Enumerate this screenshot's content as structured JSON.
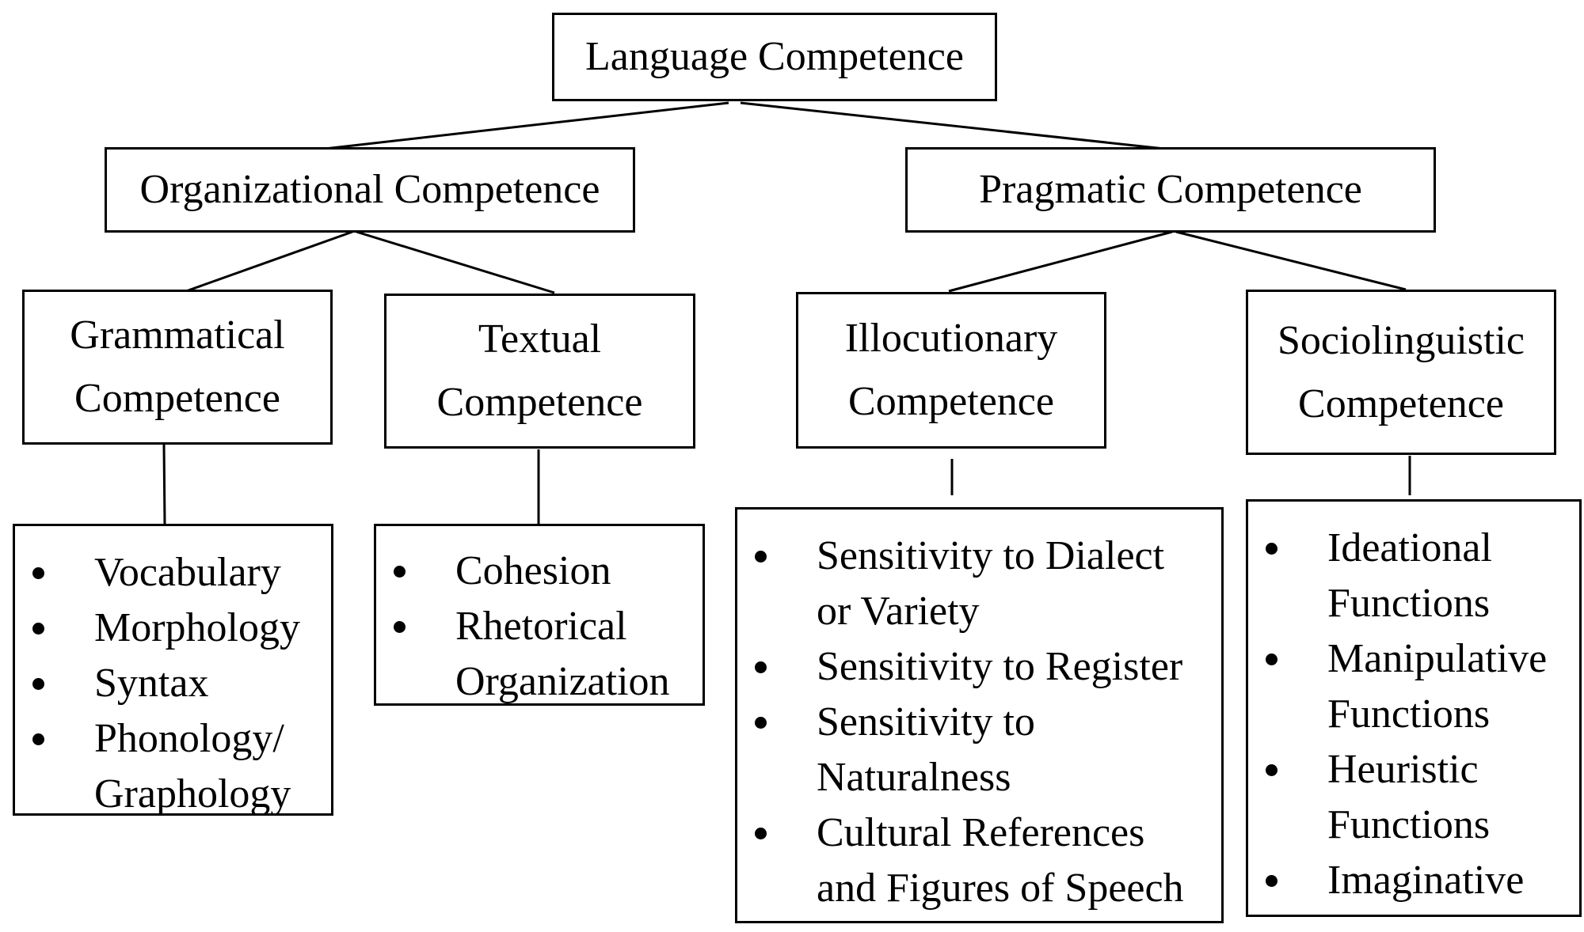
{
  "nodes": {
    "root": {
      "label": "Language Competence"
    },
    "organizational": {
      "label": "Organizational Competence"
    },
    "pragmatic": {
      "label": "Pragmatic Competence"
    },
    "grammatical": {
      "line1": "Grammatical",
      "line2": "Competence"
    },
    "textual": {
      "line1": "Textual",
      "line2": "Competence"
    },
    "illocutionary": {
      "line1": "Illocutionary",
      "line2": "Competence"
    },
    "sociolinguistic": {
      "line1": "Sociolinguistic",
      "line2": "Competence"
    }
  },
  "lists": {
    "grammatical": {
      "items": [
        {
          "line1": "Vocabulary"
        },
        {
          "line1": "Morphology"
        },
        {
          "line1": "Syntax"
        },
        {
          "line1": "Phonology/",
          "line2": "Graphology"
        }
      ]
    },
    "textual": {
      "items": [
        {
          "line1": "Cohesion"
        },
        {
          "line1": "Rhetorical",
          "line2": "Organization"
        }
      ]
    },
    "illocutionary": {
      "items": [
        {
          "line1": "Sensitivity to Dialect",
          "line2": "or Variety"
        },
        {
          "line1": "Sensitivity to Register"
        },
        {
          "line1": "Sensitivity to",
          "line2": "Naturalness"
        },
        {
          "line1": "Cultural References",
          "line2": "and Figures of Speech"
        }
      ]
    },
    "sociolinguistic": {
      "items": [
        {
          "line1": "Ideational",
          "line2": "Functions"
        },
        {
          "line1": "Manipulative",
          "line2": "Functions"
        },
        {
          "line1": "Heuristic",
          "line2": "Functions"
        },
        {
          "line1": "Imaginative"
        }
      ]
    }
  }
}
